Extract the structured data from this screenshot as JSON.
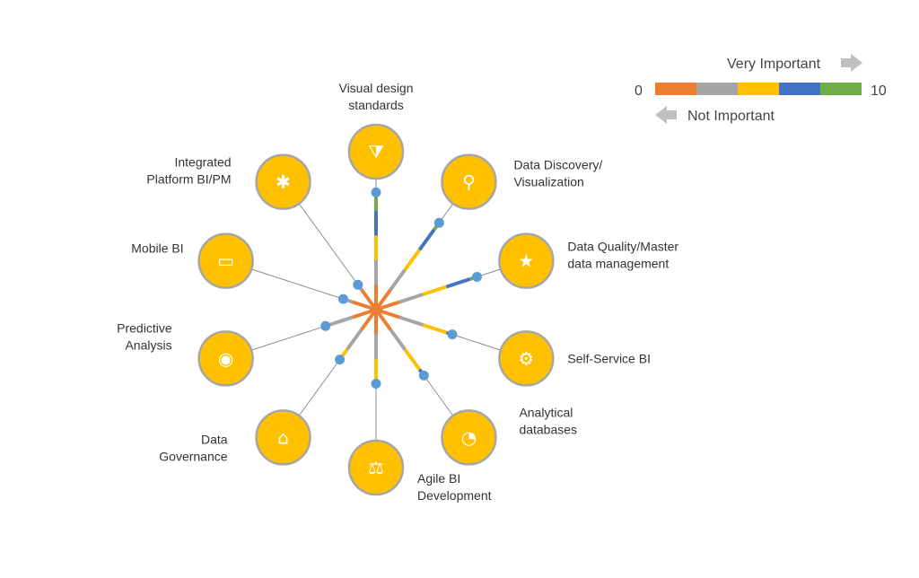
{
  "chart_data": {
    "type": "radial-bar",
    "scale": {
      "min": 0,
      "max": 10
    },
    "color_bands": [
      "#ED7D31",
      "#A5A5A5",
      "#FFC000",
      "#4472C4",
      "#70AD47"
    ],
    "legend": {
      "very_important": "Very Important",
      "not_important": "Not Important",
      "min_label": "0",
      "max_label": "10"
    },
    "categories": [
      {
        "label": [
          "Visual design",
          "standards"
        ],
        "value": 9.5,
        "icon": "funnel-sparkle-icon"
      },
      {
        "label": [
          "Data Discovery/",
          "Visualization"
        ],
        "value": 8.7,
        "icon": "magnifier-icon"
      },
      {
        "label": [
          "Data Quality/Master",
          "data management"
        ],
        "value": 8.6,
        "icon": "star-badge-icon"
      },
      {
        "label": [
          "Self-Service BI"
        ],
        "value": 6.5,
        "icon": "head-gear-icon"
      },
      {
        "label": [
          "Analytical",
          "databases"
        ],
        "value": 6.6,
        "icon": "circular-chart-icon"
      },
      {
        "label": [
          "Agile BI",
          "Development"
        ],
        "value": 6.0,
        "icon": "balance-walker-icon"
      },
      {
        "label": [
          "Data",
          "Governance"
        ],
        "value": 5.0,
        "icon": "government-building-icon"
      },
      {
        "label": [
          "Predictive",
          "Analysis"
        ],
        "value": 4.3,
        "icon": "eye-chart-icon"
      },
      {
        "label": [
          "Mobile BI"
        ],
        "value": 2.8,
        "icon": "mobile-chart-icon"
      },
      {
        "label": [
          "Integrated",
          "Platform BI/PM"
        ],
        "value": 2.5,
        "icon": "network-nodes-icon"
      }
    ]
  }
}
